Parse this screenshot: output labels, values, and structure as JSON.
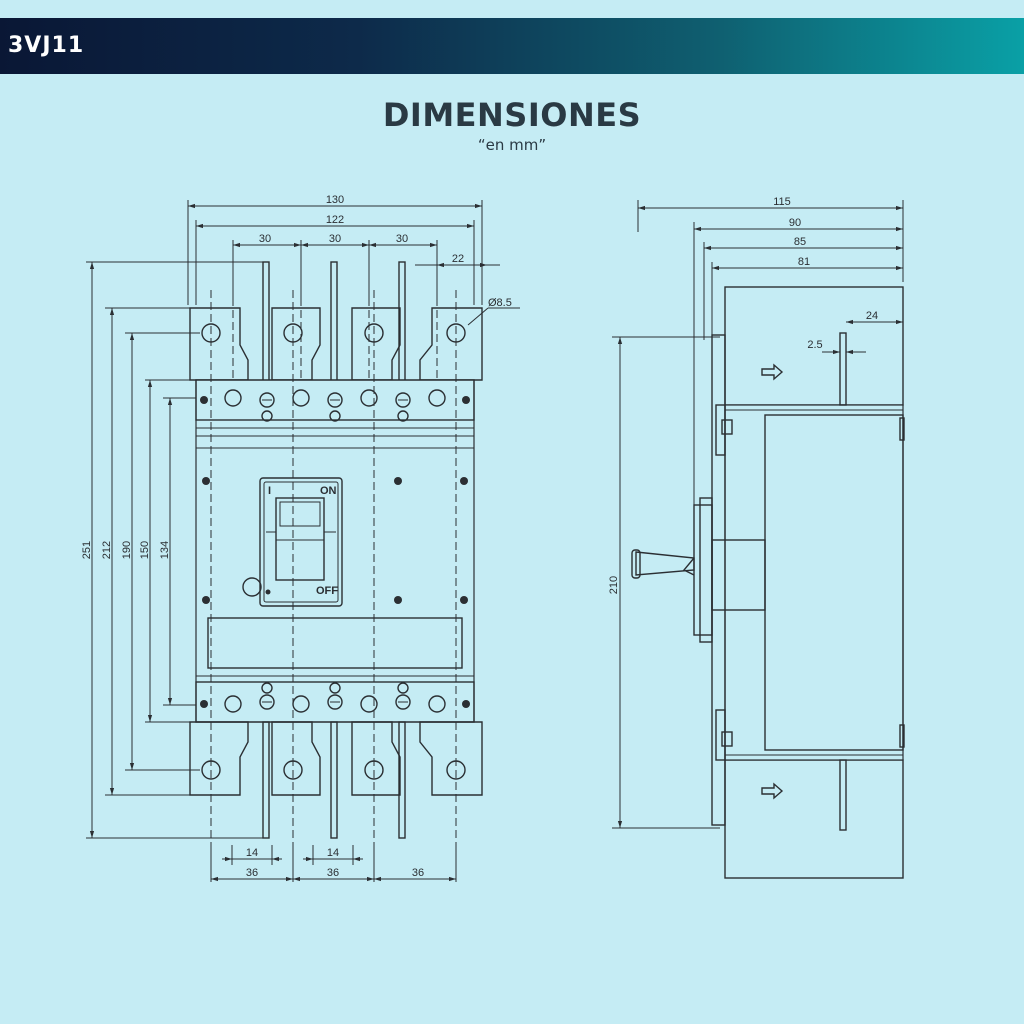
{
  "header": {
    "model": "3VJ11"
  },
  "title": "DIMENSIONES",
  "subtitle": "“en mm”",
  "front_view": {
    "dims_top": {
      "d130": "130",
      "d122": "122",
      "d30a": "30",
      "d30b": "30",
      "d30c": "30",
      "d22": "22",
      "hole": "Ø8.5"
    },
    "dims_left": {
      "d251": "251",
      "d212": "212",
      "d190": "190",
      "d150": "150",
      "d134": "134"
    },
    "dims_bottom": {
      "d14a": "14",
      "d14b": "14",
      "d36a": "36",
      "d36b": "36",
      "d36c": "36"
    },
    "switch": {
      "on_mark": "I",
      "on_label": "ON",
      "off_label": "OFF"
    }
  },
  "side_view": {
    "dims_top": {
      "d115": "115",
      "d90": "90",
      "d85": "85",
      "d81": "81",
      "d24": "24",
      "d2_5": "2.5"
    },
    "dims_left": {
      "d210": "210"
    }
  }
}
